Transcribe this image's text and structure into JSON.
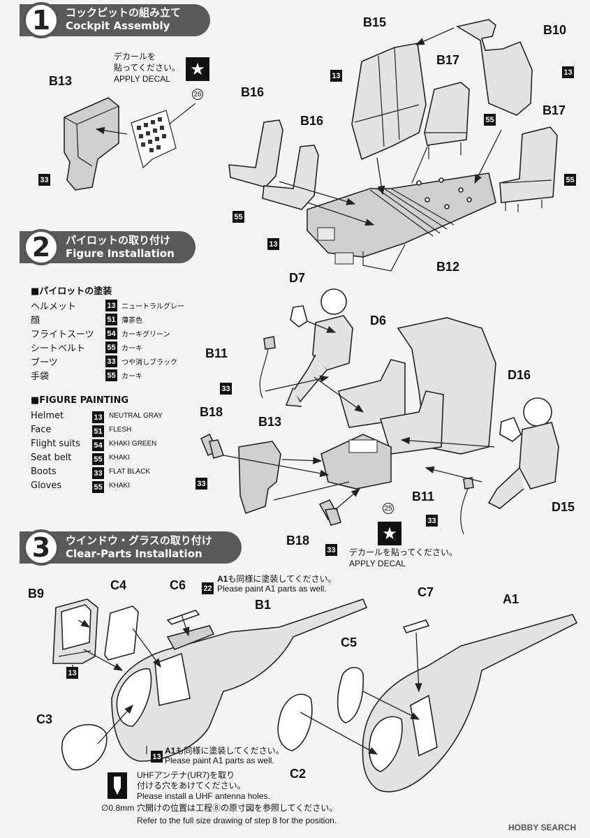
{
  "steps": [
    {
      "num": "1",
      "jp": "コックピットの組み立て",
      "en": "Cockpit Assembly"
    },
    {
      "num": "2",
      "jp": "パイロットの取り付け",
      "en": "Figure Installation"
    },
    {
      "num": "3",
      "jp": "ウインドウ・グラスの取り付け",
      "en": "Clear-Parts Installation"
    }
  ],
  "step1": {
    "decal_jp1": "デカールを",
    "decal_jp2": "貼ってください。",
    "decal_en": "APPLY DECAL",
    "decal_no": "26",
    "parts": {
      "b13": "B13",
      "b15": "B15",
      "b10": "B10",
      "b17a": "B17",
      "b17b": "B17",
      "b16a": "B16",
      "b16b": "B16",
      "b12": "B12"
    },
    "colors": {
      "c33": "33",
      "c13a": "13",
      "c13b": "13",
      "c55a": "55",
      "c55b": "55",
      "c55c": "55",
      "c13c": "13"
    }
  },
  "painting": {
    "jp_title": "■パイロットの塗装",
    "jp_rows": [
      {
        "name": "ヘルメット",
        "code": "13",
        "desc": "ニュートラルグレー"
      },
      {
        "name": "顔",
        "code": "51",
        "desc": "薄茶色"
      },
      {
        "name": "フライトスーツ",
        "code": "54",
        "desc": "カーキグリーン"
      },
      {
        "name": "シートベルト",
        "code": "55",
        "desc": "カーキ"
      },
      {
        "name": "ブーツ",
        "code": "33",
        "desc": "つや消しブラック"
      },
      {
        "name": "手袋",
        "code": "55",
        "desc": "カーキ"
      }
    ],
    "en_title": "■FIGURE PAINTING",
    "en_rows": [
      {
        "name": "Helmet",
        "code": "13",
        "desc": "NEUTRAL GRAY"
      },
      {
        "name": "Face",
        "code": "51",
        "desc": "FLESH"
      },
      {
        "name": "Flight suits",
        "code": "54",
        "desc": "KHAKI GREEN"
      },
      {
        "name": "Seat belt",
        "code": "55",
        "desc": "KHAKI"
      },
      {
        "name": "Boots",
        "code": "33",
        "desc": "FLAT BLACK"
      },
      {
        "name": "Gloves",
        "code": "55",
        "desc": "KHAKI"
      }
    ]
  },
  "step2": {
    "parts": {
      "d7": "D7",
      "d6": "D6",
      "b11a": "B11",
      "b11b": "B11",
      "b18a": "B18",
      "b18b": "B18",
      "b13": "B13",
      "d16": "D16",
      "d15": "D15"
    },
    "colors": {
      "c33a": "33",
      "c33b": "33",
      "c33c": "33",
      "c33d": "33"
    },
    "decal_no": "25",
    "decal_jp": "デカールを貼ってください。",
    "decal_en": "APPLY DECAL"
  },
  "step3": {
    "parts": {
      "b9": "B9",
      "c4": "C4",
      "c6": "C6",
      "b1": "B1",
      "c7": "C7",
      "a1": "A1",
      "c5": "C5",
      "c3": "C3",
      "c2": "C2"
    },
    "colors": {
      "c22": "22",
      "c13a": "13",
      "c13b": "13"
    },
    "note1_code": "A1",
    "note1_jp": "も同様に塗装してください。",
    "note1_en": "Please paint A1 parts as well.",
    "note2_code": "A1",
    "note2_jp": "も同様に塗装してください。",
    "note2_en": "Please paint A1 parts as well.",
    "antenna_jp1": "UHFアンテナ(UR7)を取り",
    "antenna_jp2": "付ける穴をあけてください。",
    "antenna_en": "Please install a UHF antenna holes.",
    "drill": "0.8mm",
    "position_jp": "穴開けの位置は工程⑧の原寸図を参照してください。",
    "position_en": "Refer to the full size drawing of step 8 for the position."
  },
  "watermark": "HOBBY SEARCH"
}
